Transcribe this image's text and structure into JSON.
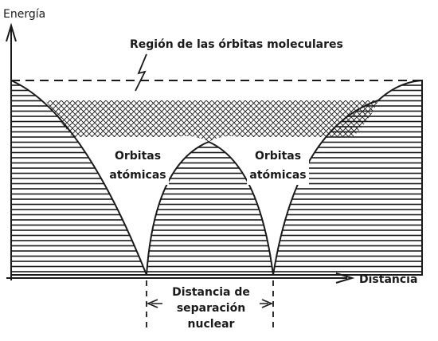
{
  "axes": {
    "y_label": "Energía",
    "x_label": "Distancia"
  },
  "labels": {
    "region_title": "Región de las órbitas moleculares",
    "left_atomic_line1": "Orbitas",
    "left_atomic_line2": "atómicas",
    "right_atomic_line1": "Orbitas",
    "right_atomic_line2": "atómicas",
    "separation_line1": "Distancia de",
    "separation_line2": "separación",
    "separation_line3": "nuclear"
  },
  "colors": {
    "ink": "#1a1a1a",
    "paper": "#ffffff"
  }
}
